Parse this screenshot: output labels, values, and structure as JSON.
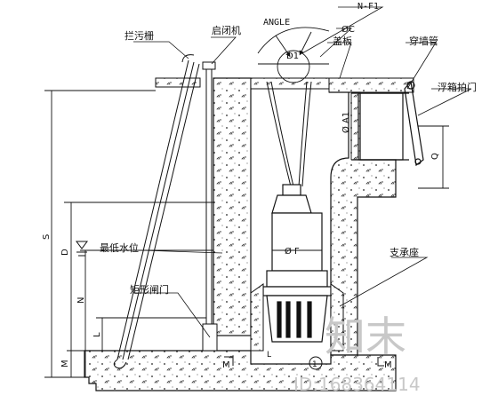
{
  "labels": {
    "trash_rack": "拦污栅",
    "hoist": "启闭机",
    "angle": "ANGLE",
    "n_f1": "N-F1",
    "phi_c": "ØC",
    "cover_plate": "盖板",
    "wall_pipe": "穿墙管",
    "d1": "D1",
    "flap_valve": "浮箱拍门",
    "phi_a1": "Ø A1",
    "q": "Q",
    "s": "S",
    "d": "D",
    "n": "N",
    "l": "L",
    "m_left": "M",
    "phi_f": "Ø F",
    "min_water_level": "最低水位",
    "rect_gate": "矩形闸门",
    "support_base": "支承座",
    "m_right": "M",
    "m_section": "M",
    "circled_1": "1",
    "small_l": "L",
    "watermark_text": "知末",
    "watermark_id": "ID:168364114"
  }
}
